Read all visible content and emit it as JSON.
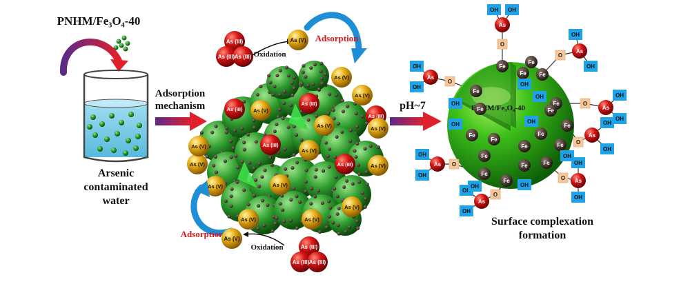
{
  "title": "PNHM/Fe₃O₄-40",
  "beaker": {
    "caption_lines": [
      "Arsenic",
      "contaminated",
      "water"
    ]
  },
  "mechanism": {
    "lines": [
      "Adsorption",
      "mechanism"
    ]
  },
  "ph_label": "pH~7",
  "sphere_label": "PNHM/Fe₃O₄-40",
  "result": {
    "caption_lines": [
      "Surface complexation",
      "formation"
    ]
  },
  "cycle_top": {
    "adsorption": "Adsorption",
    "oxidation": "Oxidation"
  },
  "cycle_bottom": {
    "adsorption": "Adsorption",
    "oxidation": "Oxidation"
  },
  "species": {
    "as3": "As (III)",
    "as5": "As (V)",
    "as": "As",
    "fe": "Fe",
    "oh": "OH",
    "o": "O"
  },
  "colors": {
    "as3_red": "#d81414",
    "as5_gold": "#e6ac14",
    "green_particle": "#2f9d2f",
    "arrow_purple": "#6a2d8a",
    "arrow_red": "#d8202a",
    "oh_blue": "#1fa3e6",
    "o_peach": "#f7c79a",
    "fe_dark": "#3a2a24",
    "cycle_blue": "#1e8fd6"
  }
}
